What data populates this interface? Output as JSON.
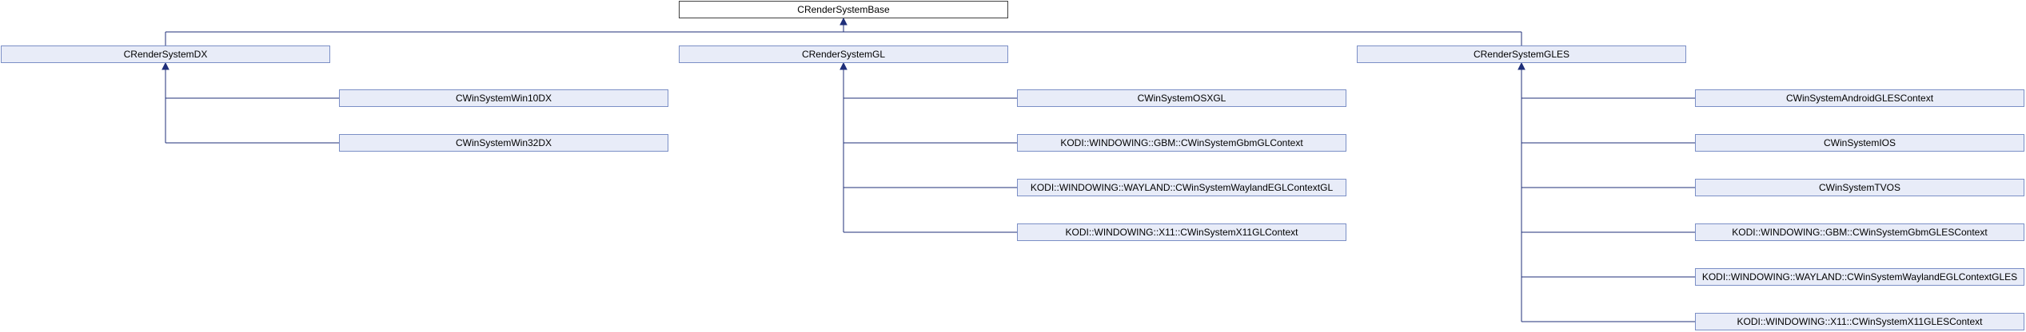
{
  "diagram": {
    "root": "CRenderSystemBase",
    "groups": [
      {
        "name": "CRenderSystemDX",
        "children": [
          "CWinSystemWin10DX",
          "CWinSystemWin32DX"
        ]
      },
      {
        "name": "CRenderSystemGL",
        "children": [
          "CWinSystemOSXGL",
          "KODI::WINDOWING::GBM::CWinSystemGbmGLContext",
          "KODI::WINDOWING::WAYLAND::CWinSystemWaylandEGLContextGL",
          "KODI::WINDOWING::X11::CWinSystemX11GLContext"
        ]
      },
      {
        "name": "CRenderSystemGLES",
        "children": [
          "CWinSystemAndroidGLESContext",
          "CWinSystemIOS",
          "CWinSystemTVOS",
          "KODI::WINDOWING::GBM::CWinSystemGbmGLESContext",
          "KODI::WINDOWING::WAYLAND::CWinSystemWaylandEGLContextGLES",
          "KODI::WINDOWING::X11::CWinSystemX11GLESContext"
        ]
      }
    ],
    "colors": {
      "node_fill": "#e8ecf8",
      "node_border": "#7b8fc6",
      "root_border": "#404040",
      "edge": "#1f2f7a"
    }
  }
}
